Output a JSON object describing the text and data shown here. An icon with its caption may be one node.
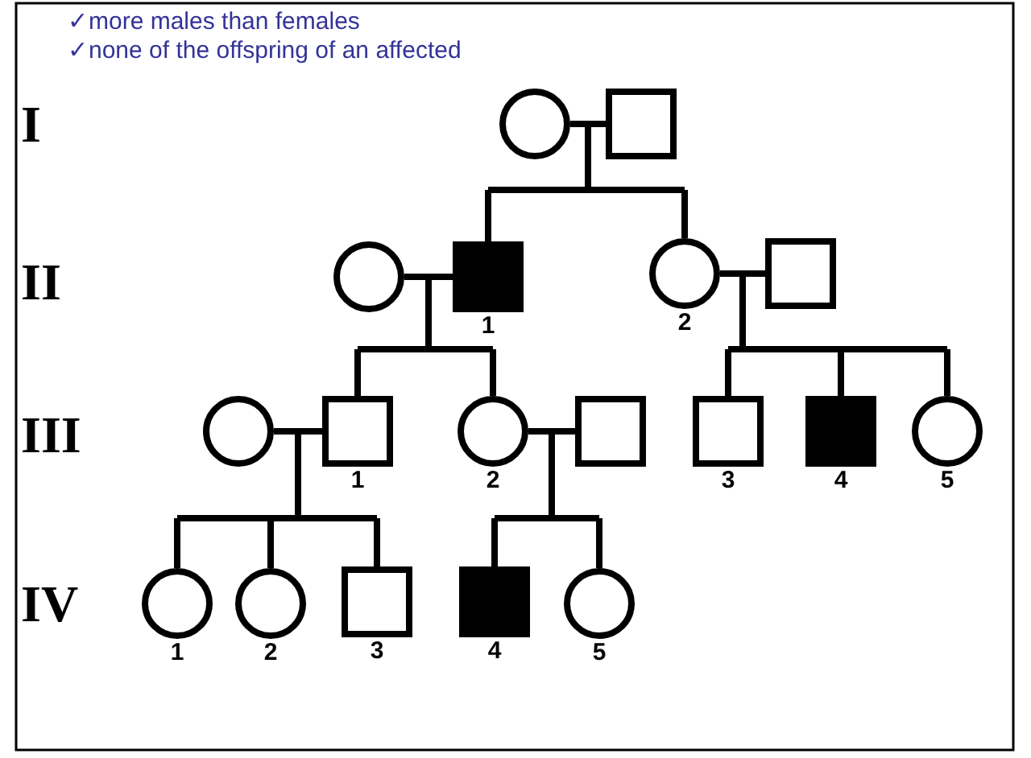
{
  "diagram": {
    "nodes": [
      {
        "text": [],
        "shape": "circle"
      },
      {
        "text": [],
        "shape": "box"
      },
      {
        "text": [],
        "shape": "circle"
      },
      {
        "text": [],
        "shape": "block",
        "beside": [
          "1"
        ]
      },
      {
        "text": [],
        "shape": "circle",
        "beside": [
          "2"
        ]
      },
      {
        "text": [],
        "shape": "box"
      },
      {
        "text": [],
        "shape": "circle"
      },
      {
        "text": [],
        "shape": "box",
        "beside": [
          "1"
        ]
      },
      {
        "text": [],
        "shape": "circle",
        "beside": [
          "2"
        ]
      },
      {
        "text": [],
        "shape": "box"
      },
      {
        "text": [],
        "shape": "box",
        "beside": [
          "3"
        ]
      },
      {
        "text": [],
        "shape": "block",
        "beside": [
          "4"
        ]
      },
      {
        "text": [],
        "shape": "circle",
        "beside": [
          "5"
        ]
      },
      {
        "text": [],
        "shape": "circle",
        "beside": [
          "1"
        ]
      },
      {
        "text": [],
        "shape": "circle",
        "beside": [
          "2"
        ]
      },
      {
        "text": [],
        "shape": "box",
        "beside": [
          "3"
        ]
      },
      {
        "text": [],
        "shape": "block",
        "beside": [
          "4"
        ]
      },
      {
        "text": [],
        "shape": "circle",
        "beside": [
          "5"
        ]
      }
    ],
    "edges": [
      {
        "from": 0,
        "to": 1,
        "arrow": "none"
      },
      {
        "from": 0,
        "to": 3,
        "arrow": "none"
      },
      {
        "from": 1,
        "to": 3,
        "arrow": "none"
      },
      {
        "from": 0,
        "to": 4,
        "arrow": "none"
      },
      {
        "from": 1,
        "to": 4,
        "arrow": "none"
      },
      {
        "from": 2,
        "to": 3,
        "arrow": "none"
      },
      {
        "from": 2,
        "to": 7,
        "arrow": "none"
      },
      {
        "from": 3,
        "to": 7,
        "arrow": "none"
      },
      {
        "from": 2,
        "to": 8,
        "arrow": "none"
      },
      {
        "from": 3,
        "to": 8,
        "arrow": "none"
      },
      {
        "from": 4,
        "to": 5,
        "arrow": "none"
      },
      {
        "from": 4,
        "to": 10,
        "arrow": "none"
      },
      {
        "from": 5,
        "to": 10,
        "arrow": "none"
      },
      {
        "from": 4,
        "to": 11,
        "arrow": "none"
      },
      {
        "from": 5,
        "to": 11,
        "arrow": "none"
      },
      {
        "from": 4,
        "to": 12,
        "arrow": "none"
      },
      {
        "from": 5,
        "to": 12,
        "arrow": "none"
      },
      {
        "from": 6,
        "to": 7,
        "arrow": "none"
      },
      {
        "from": 6,
        "to": 13,
        "arrow": "none"
      },
      {
        "from": 7,
        "to": 13,
        "arrow": "none"
      },
      {
        "from": 6,
        "to": 14,
        "arrow": "none"
      },
      {
        "from": 7,
        "to": 14,
        "arrow": "none"
      },
      {
        "from": 6,
        "to": 15,
        "arrow": "none"
      },
      {
        "from": 7,
        "to": 15,
        "arrow": "none"
      },
      {
        "from": 8,
        "to": 9,
        "arrow": "none"
      },
      {
        "from": 8,
        "to": 16,
        "arrow": "none"
      },
      {
        "from": 9,
        "to": 16,
        "arrow": "none"
      },
      {
        "from": 8,
        "to": 17,
        "arrow": "none"
      },
      {
        "from": 9,
        "to": 17,
        "arrow": "none"
      }
    ],
    "labels": [
      "✓more males than females",
      "✓none of the offspring of an affected",
      "I",
      "II",
      "III",
      "IV"
    ]
  }
}
